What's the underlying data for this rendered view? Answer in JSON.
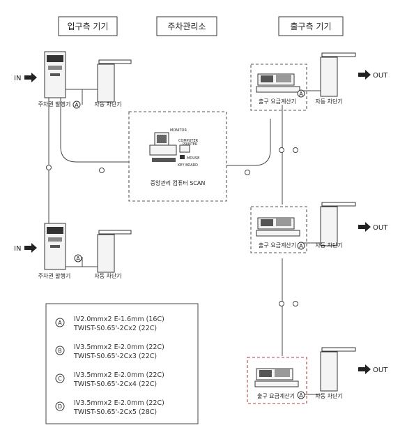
{
  "headers": {
    "entry": "입구측 기기",
    "center": "주차관리소",
    "exit": "출구측 기기"
  },
  "labels": {
    "in": "IN",
    "out": "OUT",
    "ticket_issuer": "주차권 발행기",
    "barrier": "자동 차단기",
    "exit_calculator": "출구 요금계산기",
    "central_computer": "중앙관리 컴퓨터 SCAN",
    "monitor": "MONITOR",
    "computer": "COMPUTER",
    "printer": "PRINTER",
    "mouse": "MOUSE",
    "keyboard": "KEY BOARD"
  },
  "markers": {
    "A": "A",
    "B": "B",
    "C": "C",
    "D": "D"
  },
  "legend": [
    {
      "marker": "A",
      "line1": "IV2.0mmx2  E-1.6mm  (16C)",
      "line2": "TWIST-S0.65'-2Cx2  (22C)"
    },
    {
      "marker": "B",
      "line1": "IV3.5mmx2  E-2.0mm  (22C)",
      "line2": "TWIST-S0.65'-2Cx3  (22C)"
    },
    {
      "marker": "C",
      "line1": "IV3.5mmx2  E-2.0mm  (22C)",
      "line2": "TWIST-S0.65'-2Cx4  (22C)"
    },
    {
      "marker": "D",
      "line1": "IV3.5mmx2  E-2.0mm  (22C)",
      "line2": "TWIST-S0.65'-2Cx5  (28C)"
    }
  ]
}
